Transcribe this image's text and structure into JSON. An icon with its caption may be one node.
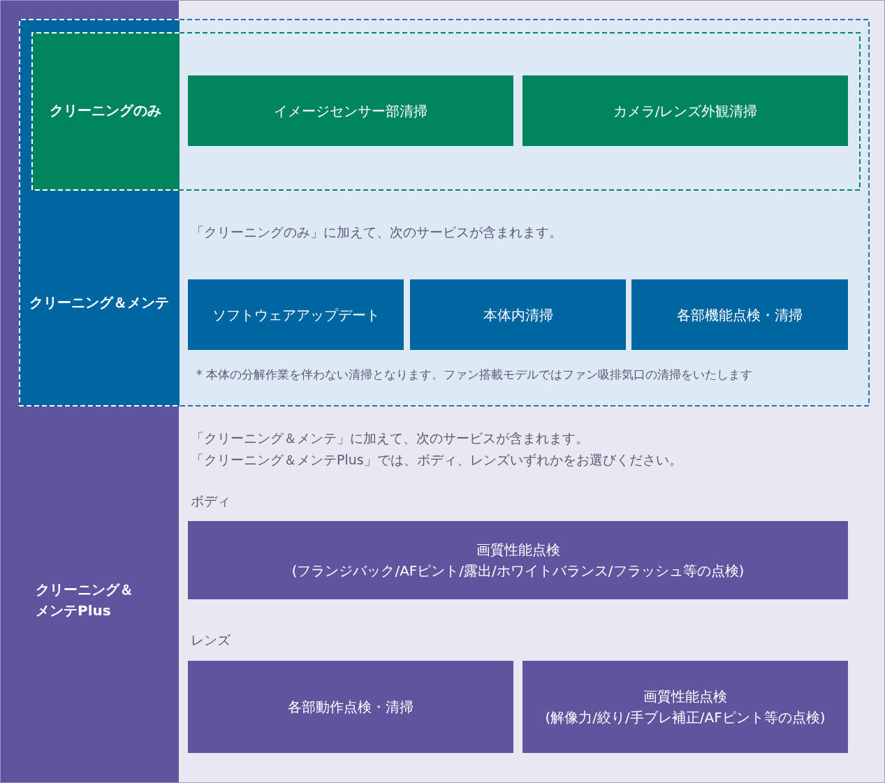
{
  "diagram": {
    "nodes": [
      {
        "text": [
          "クリーニング＆メンテPlus",
          "「クリーニング＆メンテ」に加えて、次のサービスが含まれます。",
          "「クリーニング＆メンテPlus」では、ボディ、レンズいずれかをお選びください。",
          "ボディ",
          "レンズ"
        ]
      },
      {
        "text": [
          "クリーニング＆メンテ",
          "「クリーニングのみ」に加えて、次のサービスが含まれます。",
          "* 本体の分解作業を伴わない清掃となります。ファン搭載モデルではファン吸排気口の清掃をいたします"
        ],
        "in": 0
      },
      {
        "text": [
          "クリーニングのみ"
        ],
        "in": 1
      },
      {
        "text": [
          "イメージセンサー部清掃"
        ],
        "in": 2
      },
      {
        "text": [
          "カメラ/レンズ外観清掃"
        ],
        "in": 2
      },
      {
        "text": [
          "ソフトウェアアップデート"
        ],
        "in": 1
      },
      {
        "text": [
          "本体内清掃"
        ],
        "in": 1
      },
      {
        "text": [
          "各部機能点検・清掃"
        ],
        "in": 1
      },
      {
        "text": [
          "画質性能点検",
          "(フランジバック/AFピント/露出/ホワイトバランス/フラッシュ等の点検)"
        ],
        "in": 0
      },
      {
        "text": [
          "各部動作点検・清掃"
        ],
        "in": 0
      },
      {
        "text": [
          "画質性能点検",
          "(解像力/絞り/手ブレ補正/AFピント等の点検)"
        ],
        "in": 0
      }
    ]
  }
}
